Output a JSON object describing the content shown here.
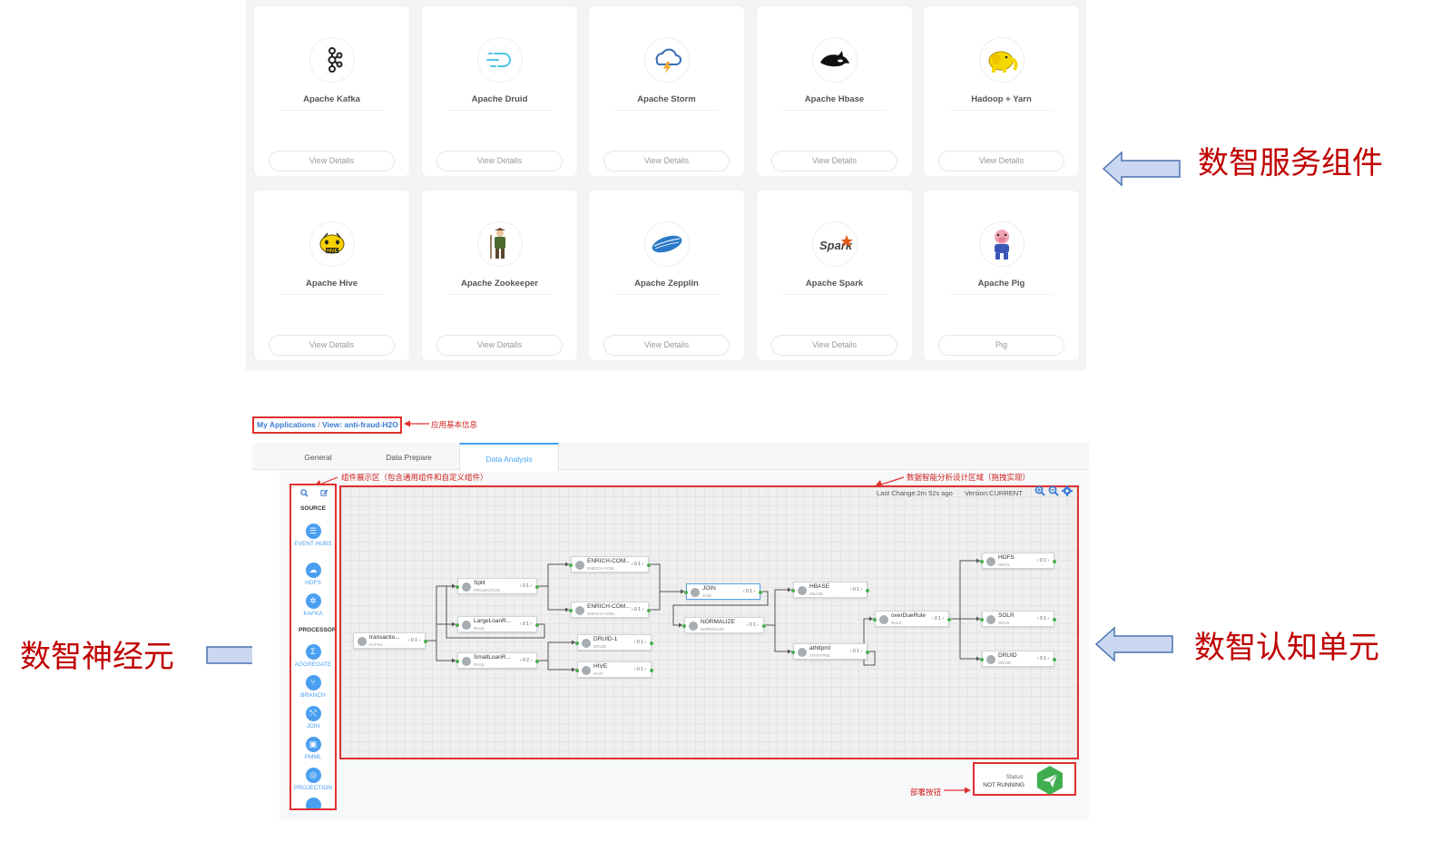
{
  "services": [
    {
      "name": "Apache Kafka",
      "button": "View Details",
      "icon": "kafka-logo"
    },
    {
      "name": "Apache Druid",
      "button": "View Details",
      "icon": "druid-logo"
    },
    {
      "name": "Apache Storm",
      "button": "View Details",
      "icon": "storm-logo"
    },
    {
      "name": "Apache Hbase",
      "button": "View Details",
      "icon": "hbase-orca-logo"
    },
    {
      "name": "Hadoop + Yarn",
      "button": "View Details",
      "icon": "hadoop-elephant-logo"
    },
    {
      "name": "Apache Hive",
      "button": "View Details",
      "icon": "hive-bee-logo"
    },
    {
      "name": "Apache Zookeeper",
      "button": "View Details",
      "icon": "zookeeper-logo"
    },
    {
      "name": "Apache Zepplin",
      "button": "View Details",
      "icon": "zeppelin-logo"
    },
    {
      "name": "Apache Spark",
      "button": "View Details",
      "icon": "spark-logo"
    },
    {
      "name": "Apache Pig",
      "button": "Pig",
      "icon": "pig-logo"
    }
  ],
  "annotations": {
    "services_label": "数智服务组件",
    "neuron_label": "数智神经元",
    "cognition_label": "数智认知单元",
    "app_info": "应用基本信息",
    "palette_area": "组件展示区（包含通用组件和自定义组件）",
    "design_area": "数据智能分析设计区域（拖拽实现）",
    "deploy_button": "部署按钮"
  },
  "breadcrumb": {
    "root": "My Applications",
    "separator": "/",
    "current": "View: anti-fraud-H2O"
  },
  "tabs": [
    {
      "label": "General",
      "active": false
    },
    {
      "label": "Data Prepare",
      "active": false
    },
    {
      "label": "Data Analysis",
      "active": true
    }
  ],
  "palette": {
    "source_header": "SOURCE",
    "processor_header": "PROCESSOR",
    "sources": [
      {
        "label": "EVENT HUBS",
        "icon": "event-hubs-icon"
      },
      {
        "label": "HDFS",
        "icon": "hdfs-icon"
      },
      {
        "label": "KAFKA",
        "icon": "kafka-icon"
      }
    ],
    "processors": [
      {
        "label": "AGGREGATE",
        "icon": "sigma-icon"
      },
      {
        "label": "BRANCH",
        "icon": "branch-icon"
      },
      {
        "label": "JOIN",
        "icon": "join-icon"
      },
      {
        "label": "PMML",
        "icon": "pmml-icon"
      },
      {
        "label": "PROJECTION",
        "icon": "projection-icon"
      }
    ]
  },
  "canvas": {
    "last_change": "Last Change:2m 52s ago",
    "version": "Version:CURRENT",
    "nodes": [
      {
        "id": "transaction",
        "title": "transactio...",
        "type": "KAFKA",
        "count": "0 1"
      },
      {
        "id": "split",
        "title": "Split",
        "type": "PROJECTION",
        "count": "0 1"
      },
      {
        "id": "large",
        "title": "LargeLoanR...",
        "type": "RULE",
        "count": "0 1"
      },
      {
        "id": "small",
        "title": "SmallLoanR...",
        "type": "RULE",
        "count": "0 2"
      },
      {
        "id": "enrich1",
        "title": "ENRICH-COM...",
        "type": "ENRICH-COM...",
        "count": "0 1"
      },
      {
        "id": "enrich2",
        "title": "ENRICH-COM...",
        "type": "ENRICH-COM...",
        "count": "0 1"
      },
      {
        "id": "druid1",
        "title": "DRUID-1",
        "type": "DRUID",
        "count": "0 1"
      },
      {
        "id": "hive",
        "title": "HIVE",
        "type": "HIVE",
        "count": "0 1"
      },
      {
        "id": "join",
        "title": "JOIN",
        "type": "JOIN",
        "count": "0 1"
      },
      {
        "id": "normalize",
        "title": "NORMALIZE",
        "type": "NORMALIZE",
        "count": "0 1"
      },
      {
        "id": "hbase",
        "title": "HBASE",
        "type": "HBASE",
        "count": "0 1"
      },
      {
        "id": "athttpml",
        "title": "athttpml",
        "type": "ATHTTPML",
        "count": "0 1"
      },
      {
        "id": "overdue",
        "title": "overDueRule",
        "type": "RULE",
        "count": "0 1"
      },
      {
        "id": "hdfs",
        "title": "HDFS",
        "type": "HDFS",
        "count": "0 1"
      },
      {
        "id": "solr",
        "title": "SOLR",
        "type": "SOLR",
        "count": "0 1"
      },
      {
        "id": "druid",
        "title": "DRUID",
        "type": "DRUID",
        "count": "0 1"
      }
    ]
  },
  "status": {
    "label": "Status:",
    "value": "NOT RUNNING"
  }
}
